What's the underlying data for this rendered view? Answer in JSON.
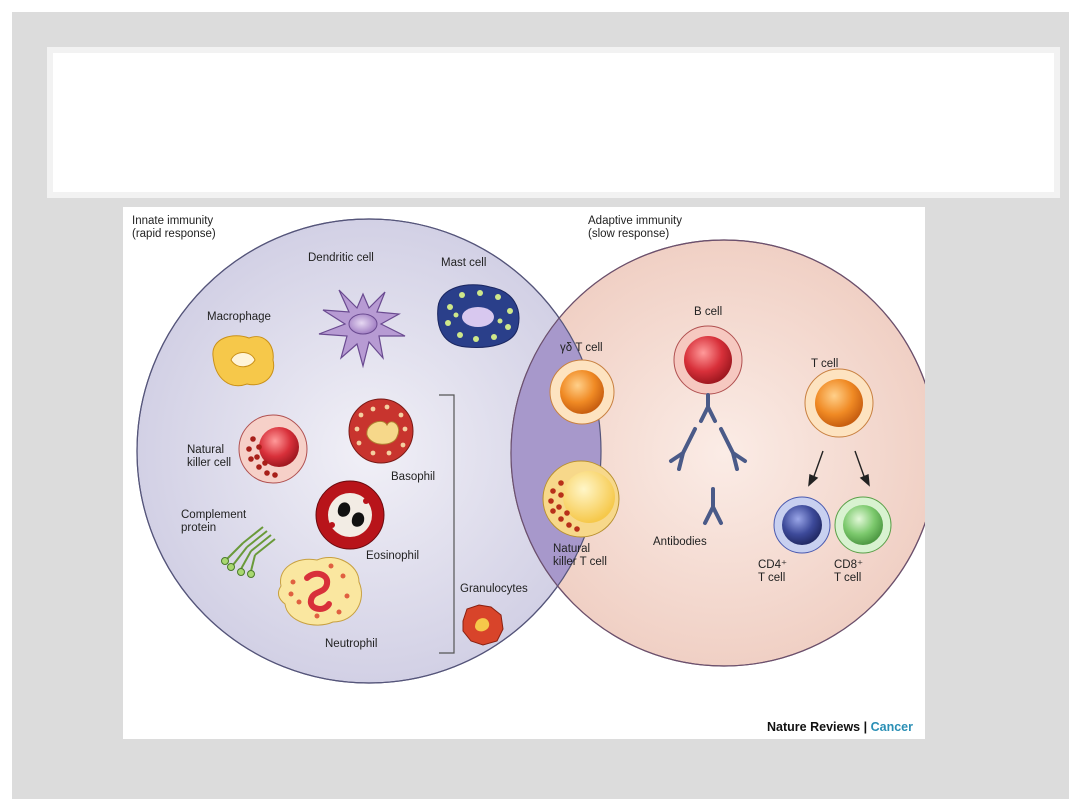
{
  "slide": {
    "title": ""
  },
  "figure": {
    "innate": {
      "heading": "Innate immunity",
      "sub": "(rapid response)"
    },
    "adaptive": {
      "heading": "Adaptive immunity",
      "sub": "(slow response)"
    },
    "labels": {
      "dendritic": "Dendritic cell",
      "mast": "Mast cell",
      "macrophage": "Macrophage",
      "nk_line1": "Natural",
      "nk_line2": "killer cell",
      "basophil": "Basophil",
      "complement_line1": "Complement",
      "complement_line2": "protein",
      "eosinophil": "Eosinophil",
      "neutrophil": "Neutrophil",
      "granulocytes": "Granulocytes",
      "gd_t": "γδ T cell",
      "nkt_line1": "Natural",
      "nkt_line2": "killer T cell",
      "b_cell": "B cell",
      "t_cell": "T cell",
      "antibodies": "Antibodies",
      "cd4_line1": "CD4⁺",
      "cd4_line2": "T cell",
      "cd8_line1": "CD8⁺",
      "cd8_line2": "T cell"
    },
    "credit": {
      "journal": "Nature Reviews",
      "separator": "|",
      "section": "Cancer"
    },
    "colors": {
      "innate_fill": "#d9d8ea",
      "adaptive_fill": "#f4d6cc",
      "overlap_fill": "#a89bc9",
      "orange_cell": "#f08a24",
      "red_cell": "#d8303a",
      "cd4": "#3d4a9a",
      "cd8": "#7cc96d"
    }
  }
}
